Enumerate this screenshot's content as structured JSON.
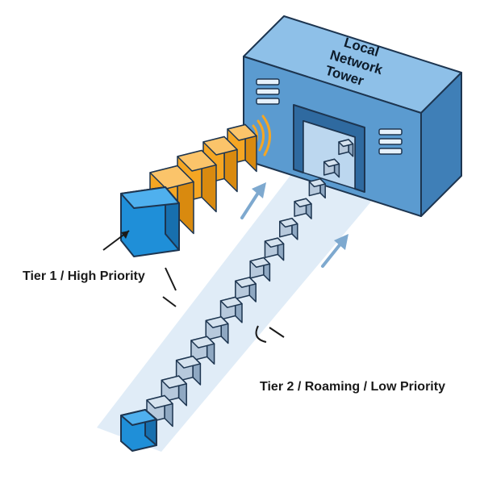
{
  "tower": {
    "title_line1": "Local",
    "title_line2": "Network",
    "title_line3": "Tower"
  },
  "labels": {
    "tier1": "Tier 1 / High Priority",
    "tier2": "Tier 2 / Roaming / Low Priority"
  },
  "colors": {
    "tower_front": "#5b9bd0",
    "tower_top": "#8ec0e8",
    "tower_side": "#3f7fb7",
    "outline": "#1d3550",
    "tier1_block": "#f5a623",
    "tier1_lead": "#1f8fd8",
    "tier2_block": "#b7c9dc",
    "tier2_lead": "#1f8fd8",
    "lane": "#dbe9f6",
    "arrow": "#7ea9cf",
    "signal": "#f5a623"
  },
  "icons": {
    "signal": "wifi-signal-icon",
    "vents": "vent-grille-icon"
  }
}
